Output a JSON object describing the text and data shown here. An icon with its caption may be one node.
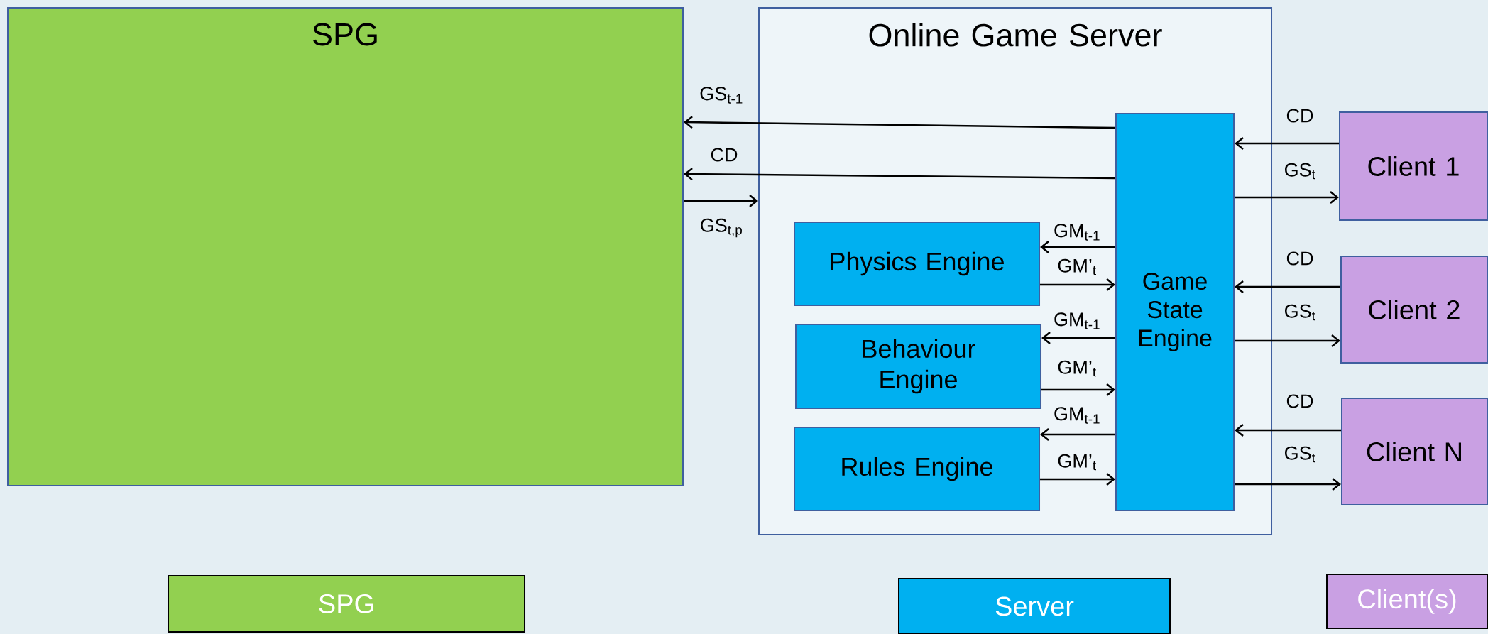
{
  "diagram": {
    "nodes": [
      {
        "text": [
          "SPG"
        ]
      },
      {
        "text": [
          "Online Game Server"
        ]
      },
      {
        "text": [
          "Game State Engine"
        ],
        "in": 1
      },
      {
        "text": [
          "Physics Engine"
        ],
        "in": 1
      },
      {
        "text": [
          "Behaviour Engine"
        ],
        "in": 1
      },
      {
        "text": [
          "Rules Engine"
        ],
        "in": 1
      },
      {
        "text": [
          "Client 1"
        ]
      },
      {
        "text": [
          "Client 2"
        ]
      },
      {
        "text": [
          "Client N"
        ]
      }
    ],
    "edges": [
      {
        "from": 2,
        "to": 0,
        "arrow": "to",
        "label": "GS$_{t-1}$"
      },
      {
        "from": 2,
        "to": 0,
        "arrow": "to",
        "label": "CD"
      },
      {
        "from": 0,
        "to": 1,
        "arrow": "to",
        "label": "GS$_{t,p}$"
      },
      {
        "from": 2,
        "to": 3,
        "arrow": "to",
        "label": "GM$_{t-1}$"
      },
      {
        "from": 3,
        "to": 2,
        "arrow": "to",
        "label": "GM’$_{t}$"
      },
      {
        "from": 2,
        "to": 4,
        "arrow": "to",
        "label": "GM$_{t-1}$"
      },
      {
        "from": 4,
        "to": 2,
        "arrow": "to",
        "label": "GM’$_{t}$"
      },
      {
        "from": 2,
        "to": 5,
        "arrow": "to",
        "label": "GM$_{t-1}$"
      },
      {
        "from": 5,
        "to": 2,
        "arrow": "to",
        "label": "GM’$_{t}$"
      },
      {
        "from": 6,
        "to": 2,
        "arrow": "to",
        "label": "CD"
      },
      {
        "from": 2,
        "to": 6,
        "arrow": "to",
        "label": "GS$_{t}$"
      },
      {
        "from": 7,
        "to": 2,
        "arrow": "to",
        "label": "CD"
      },
      {
        "from": 2,
        "to": 7,
        "arrow": "to",
        "label": "GS$_{t}$"
      },
      {
        "from": 8,
        "to": 2,
        "arrow": "to",
        "label": "CD"
      },
      {
        "from": 2,
        "to": 8,
        "arrow": "to",
        "label": "GS$_{t}$"
      }
    ],
    "legend": [
      {
        "text": "SPG",
        "color": "#92d050"
      },
      {
        "text": "Server",
        "color": "#00b0f0"
      },
      {
        "text": "Client(s)",
        "color": "#c9a0e3"
      }
    ]
  }
}
